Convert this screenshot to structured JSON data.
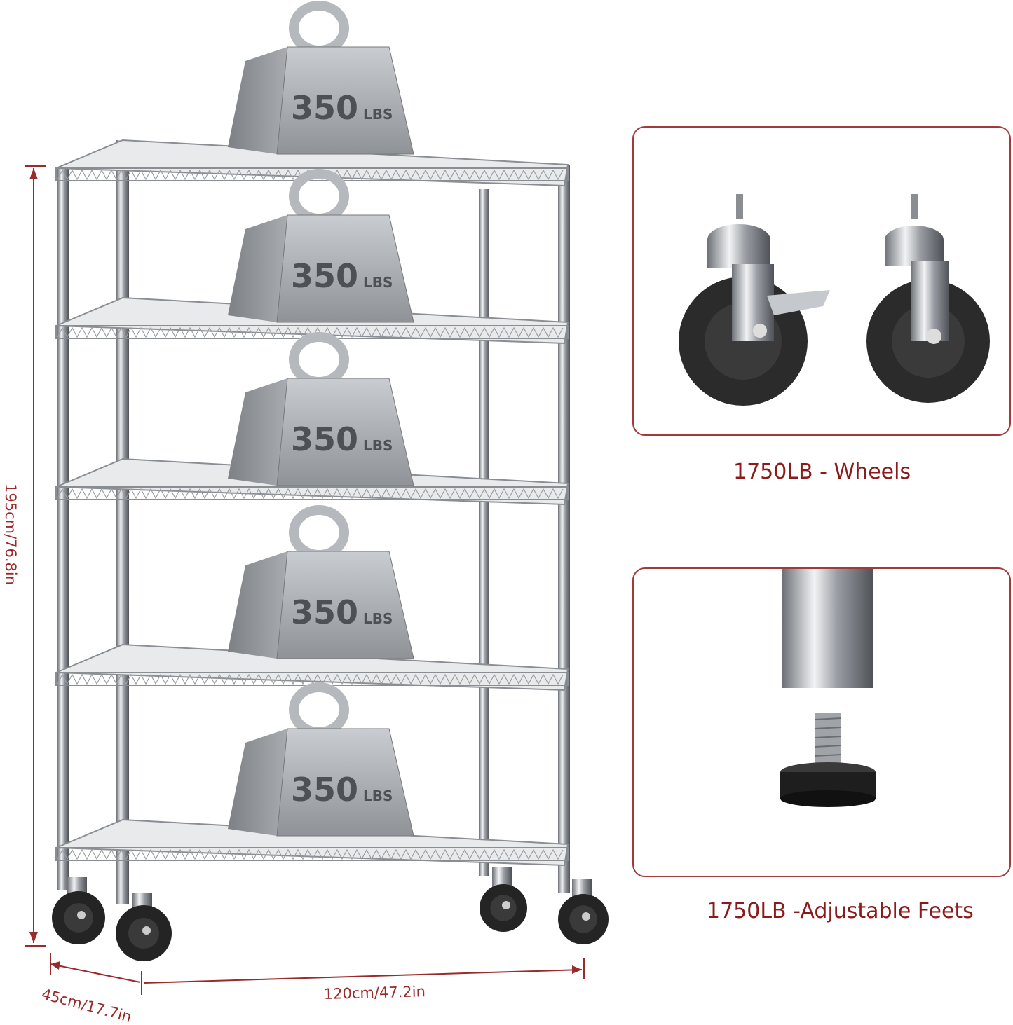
{
  "product": {
    "weight_label_number": "350",
    "weight_label_unit": "LBS",
    "shelf_count": 5,
    "colors": {
      "accent": "#8b1a1a",
      "frame": "#a33a3a",
      "chrome": "#b8bcc2",
      "rubber": "#2a2a2a"
    }
  },
  "dimensions": {
    "height": "195cm/76.8in",
    "depth": "45cm/17.7in",
    "width": "120cm/47.2in"
  },
  "features": [
    {
      "caption": "1750LB - Wheels",
      "icon": "caster-wheels-icon"
    },
    {
      "caption": "1750LB -Adjustable Feets",
      "icon": "adjustable-foot-icon"
    }
  ]
}
